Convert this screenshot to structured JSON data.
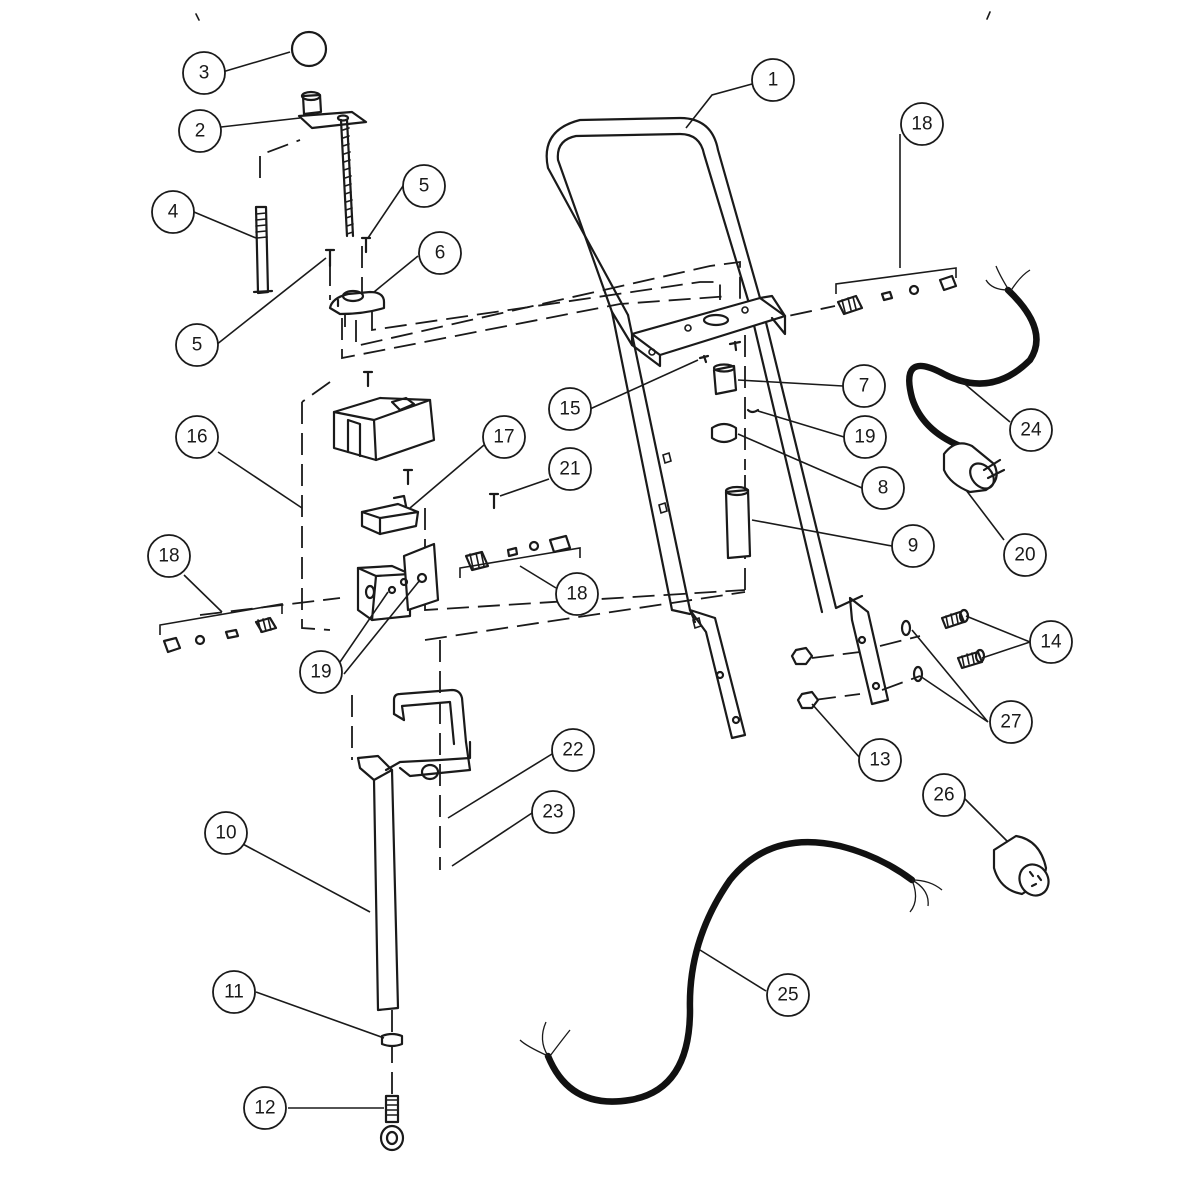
{
  "diagram": {
    "callouts": [
      {
        "id": "c1",
        "label": "1"
      },
      {
        "id": "c2",
        "label": "2"
      },
      {
        "id": "c3",
        "label": "3"
      },
      {
        "id": "c4",
        "label": "4"
      },
      {
        "id": "c5a",
        "label": "5"
      },
      {
        "id": "c5b",
        "label": "5"
      },
      {
        "id": "c6",
        "label": "6"
      },
      {
        "id": "c7",
        "label": "7"
      },
      {
        "id": "c8",
        "label": "8"
      },
      {
        "id": "c9",
        "label": "9"
      },
      {
        "id": "c10",
        "label": "10"
      },
      {
        "id": "c11",
        "label": "11"
      },
      {
        "id": "c12",
        "label": "12"
      },
      {
        "id": "c13",
        "label": "13"
      },
      {
        "id": "c14",
        "label": "14"
      },
      {
        "id": "c15",
        "label": "15"
      },
      {
        "id": "c16",
        "label": "16"
      },
      {
        "id": "c17",
        "label": "17"
      },
      {
        "id": "c18a",
        "label": "18"
      },
      {
        "id": "c18b",
        "label": "18"
      },
      {
        "id": "c18c",
        "label": "18"
      },
      {
        "id": "c19a",
        "label": "19"
      },
      {
        "id": "c19b",
        "label": "19"
      },
      {
        "id": "c20",
        "label": "20"
      },
      {
        "id": "c21",
        "label": "21"
      },
      {
        "id": "c22",
        "label": "22"
      },
      {
        "id": "c23",
        "label": "23"
      },
      {
        "id": "c24",
        "label": "24"
      },
      {
        "id": "c25",
        "label": "25"
      },
      {
        "id": "c26",
        "label": "26"
      },
      {
        "id": "c27",
        "label": "27"
      }
    ]
  }
}
